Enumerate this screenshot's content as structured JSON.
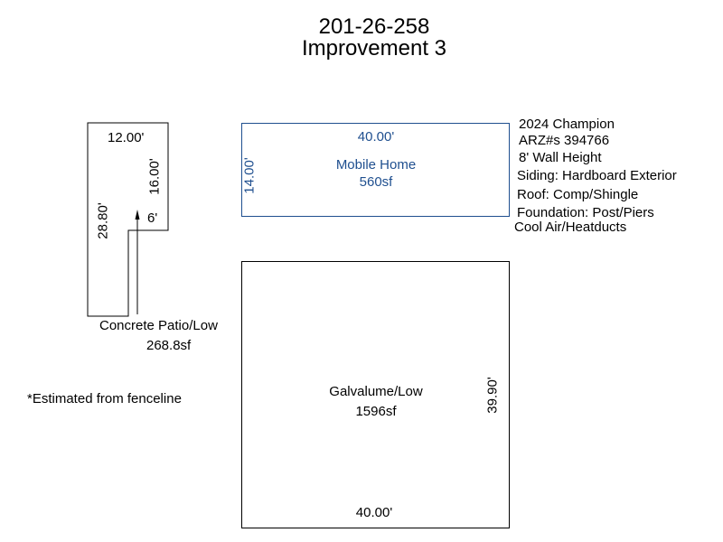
{
  "header": {
    "parcel": "201-26-258",
    "improvement": "Improvement 3"
  },
  "mobile_home": {
    "width_label": "40.00'",
    "height_label": "14.00'",
    "name": "Mobile Home",
    "area": "560sf",
    "details": [
      "2024 Champion",
      "ARZ#s 394766",
      "8' Wall Height",
      "Siding: Hardboard Exterior",
      "Roof: Comp/Shingle",
      "Foundation: Post/Piers",
      "Cool Air/Heatducts"
    ],
    "stroke_color": "#1f4f8f"
  },
  "patio": {
    "top_label": "12.00'",
    "right_label": "16.00'",
    "left_label": "28.80'",
    "notch_label": "6'",
    "name": "Concrete Patio/Low",
    "area": "268.8sf"
  },
  "note": "*Estimated from fenceline",
  "galvalume": {
    "name": "Galvalume/Low",
    "area": "1596sf",
    "bottom_label": "40.00'",
    "right_label": "39.90'"
  }
}
